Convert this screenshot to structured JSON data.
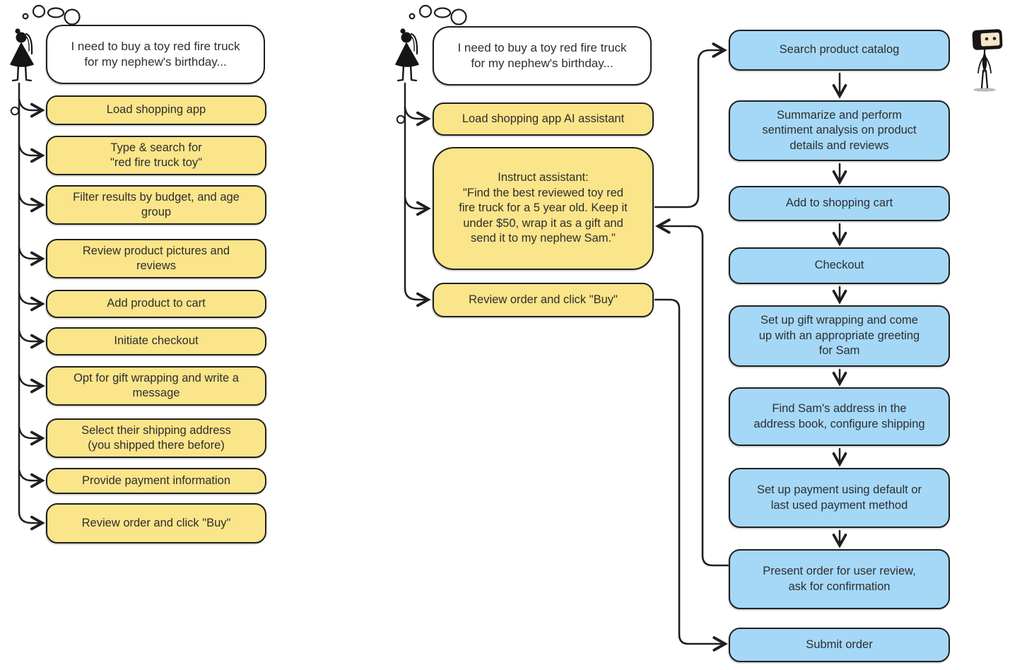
{
  "diagram": {
    "manual_flow": {
      "thought": "I need to buy a toy red fire truck\nfor my nephew's birthday...",
      "steps": [
        "Load shopping app",
        "Type & search for\n\"red fire truck toy\"",
        "Filter results by budget, and age\ngroup",
        "Review product pictures and\nreviews",
        "Add product to cart",
        "Initiate checkout",
        "Opt for gift wrapping and write a\nmessage",
        "Select their shipping address\n(you shipped there before)",
        "Provide payment information",
        "Review order and click \"Buy\""
      ]
    },
    "assisted_flow": {
      "thought": "I need to buy a toy red fire truck\nfor my nephew's birthday...",
      "user_steps": [
        "Load shopping app AI assistant",
        "Instruct assistant:\n\"Find the best reviewed toy red\nfire truck for a 5 year old. Keep it\nunder $50, wrap it as a gift and\nsend it to my nephew Sam.\"",
        "Review order and click \"Buy\""
      ],
      "agent_steps": [
        "Search product catalog",
        "Summarize and perform\nsentiment analysis on product\ndetails and reviews",
        "Add to shopping cart",
        "Checkout",
        "Set up gift wrapping and come\nup with an appropriate greeting\nfor Sam",
        "Find Sam's address in the\naddress book, configure shipping",
        "Set up payment using default or\nlast used payment method",
        "Present order for user review,\nask for confirmation",
        "Submit order"
      ]
    }
  },
  "colors": {
    "manual_step": "#FAE58A",
    "agent_step": "#A5D8F7",
    "outline": "#1f1f1f",
    "text": "#2e2e2e"
  }
}
